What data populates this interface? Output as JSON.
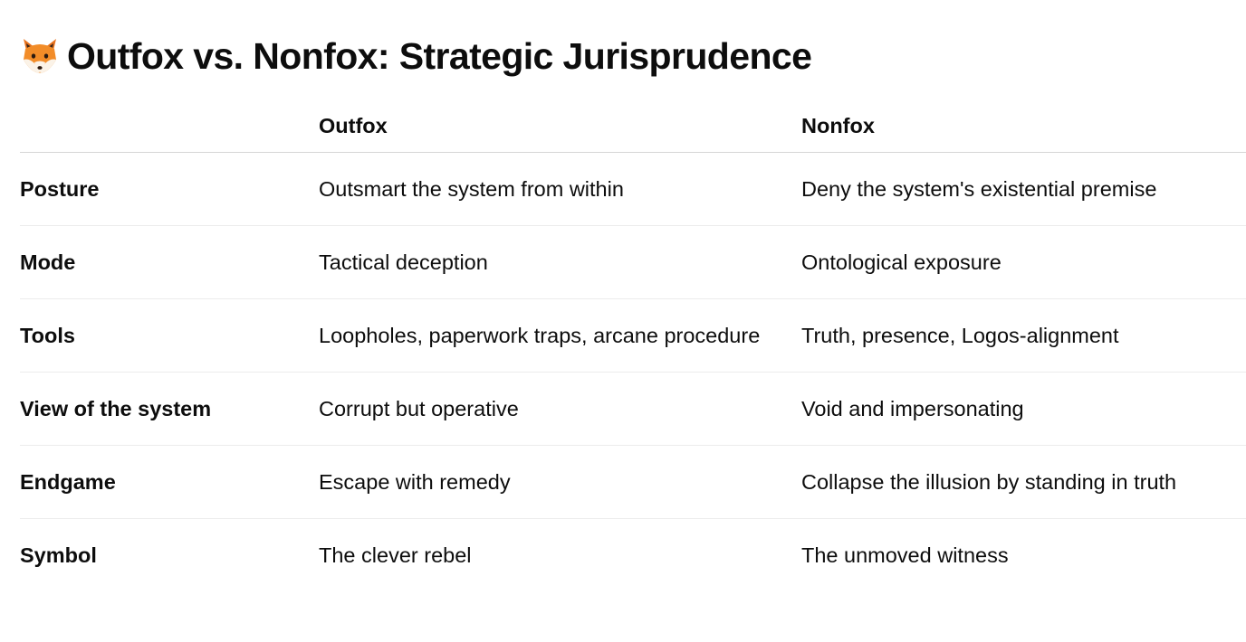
{
  "header": {
    "icon": "fox-face-icon",
    "title": "Outfox vs. Nonfox: Strategic Jurisprudence"
  },
  "table": {
    "columns": [
      "",
      "Outfox",
      "Nonfox"
    ],
    "rows": [
      {
        "label": "Posture",
        "outfox": "Outsmart the system from within",
        "nonfox": "Deny the system's existential premise"
      },
      {
        "label": "Mode",
        "outfox": "Tactical deception",
        "nonfox": "Ontological exposure"
      },
      {
        "label": "Tools",
        "outfox": "Loopholes, paperwork traps, arcane procedure",
        "nonfox": "Truth, presence, Logos-alignment"
      },
      {
        "label": "View of the system",
        "outfox": "Corrupt but operative",
        "nonfox": "Void and impersonating"
      },
      {
        "label": "Endgame",
        "outfox": "Escape with remedy",
        "nonfox": "Collapse the illusion by standing in truth"
      },
      {
        "label": "Symbol",
        "outfox": "The clever rebel",
        "nonfox": "The unmoved witness"
      }
    ]
  },
  "colors": {
    "text": "#0d0d0d",
    "fox_orange": "#f28c28",
    "header_rule": "#d6d6d6",
    "row_rule": "#ececec"
  }
}
